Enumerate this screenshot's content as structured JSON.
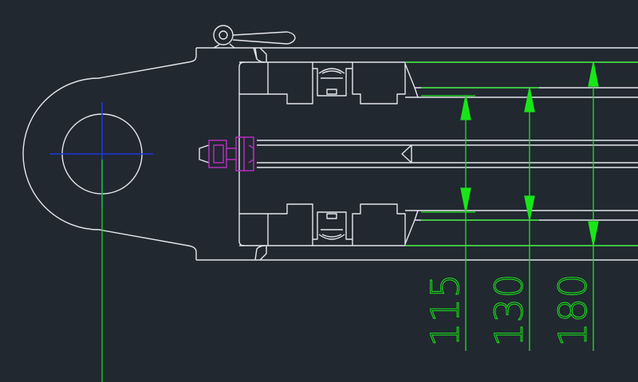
{
  "drawing": {
    "background": "#212830",
    "colors": {
      "outline": "#e4e6ea",
      "dimension": "#19e619",
      "centerline": "#1d38d8",
      "fastener": "#c02ec8"
    },
    "dimensions": [
      {
        "id": "dim-115",
        "label": "115"
      },
      {
        "id": "dim-130",
        "label": "130"
      },
      {
        "id": "dim-180",
        "label": "180"
      }
    ]
  }
}
